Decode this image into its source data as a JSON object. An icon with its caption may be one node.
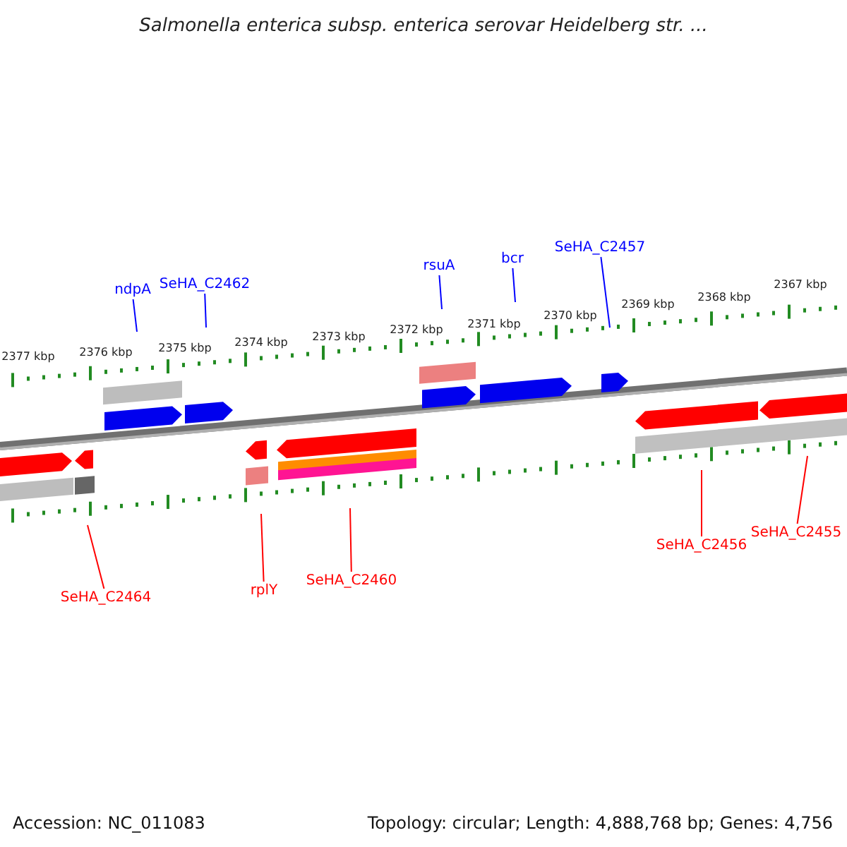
{
  "diagram": {
    "title": "Salmonella enterica subsp. enterica serovar Heidelberg str. ...",
    "nodes": [
      {
        "text": [
          "ndpA"
        ]
      },
      {
        "text": [
          "SeHA_C2462"
        ]
      },
      {
        "text": [
          "rsuA"
        ]
      },
      {
        "text": [
          "bcr"
        ]
      },
      {
        "text": [
          "SeHA_C2457"
        ]
      },
      {
        "text": [
          "SeHA_C2464"
        ]
      },
      {
        "text": [
          "rplY"
        ]
      },
      {
        "text": [
          "SeHA_C2460"
        ]
      },
      {
        "text": [
          "SeHA_C2456"
        ]
      },
      {
        "text": [
          "SeHA_C2455"
        ]
      }
    ],
    "edges": [
      {
        "from": 0,
        "to": null,
        "arrow": "none",
        "color": "#0000ff"
      },
      {
        "from": 1,
        "to": null,
        "arrow": "none",
        "color": "#0000ff"
      },
      {
        "from": 2,
        "to": null,
        "arrow": "none",
        "color": "#0000ff"
      },
      {
        "from": 3,
        "to": null,
        "arrow": "none",
        "color": "#0000ff"
      },
      {
        "from": 4,
        "to": null,
        "arrow": "none",
        "color": "#0000ff"
      },
      {
        "from": 5,
        "to": null,
        "arrow": "none",
        "color": "#ff0000"
      },
      {
        "from": 6,
        "to": null,
        "arrow": "none",
        "color": "#ff0000"
      },
      {
        "from": 7,
        "to": null,
        "arrow": "none",
        "color": "#ff0000"
      },
      {
        "from": 8,
        "to": null,
        "arrow": "none",
        "color": "#ff0000"
      },
      {
        "from": 9,
        "to": null,
        "arrow": "none",
        "color": "#ff0000"
      }
    ],
    "labels": [
      "2377 kbp",
      "2376 kbp",
      "2375 kbp",
      "2374 kbp",
      "2373 kbp",
      "2372 kbp",
      "2371 kbp",
      "2370 kbp",
      "2369 kbp",
      "2368 kbp",
      "2367 kbp",
      "Accession: NC_011083",
      "Topology: circular; Length: 4,888,768 bp; Genes: 4,756"
    ]
  }
}
